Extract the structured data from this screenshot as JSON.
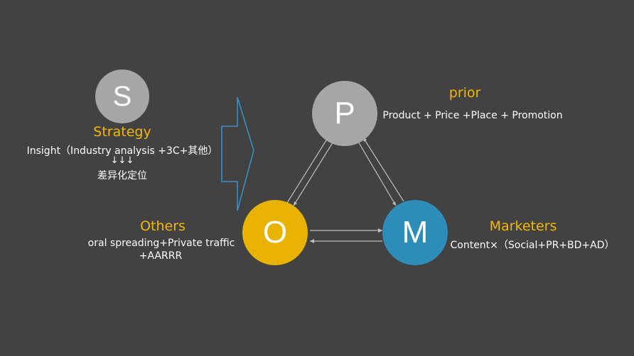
{
  "colors": {
    "background": "#424242",
    "accent_text": "#f5b800",
    "body_text": "#ffffff",
    "gray_circle": "#a6a6a6",
    "gold_circle": "#e8b200",
    "blue_circle": "#2e8cb8",
    "arrow_outline": "#3a8fc4",
    "connector": "#bfbfbf"
  },
  "nodes": {
    "s": {
      "letter": "S",
      "title": "Strategy",
      "lines": [
        "Insight（Industry analysis +3C+其他）",
        "↓↓↓",
        "差异化定位"
      ]
    },
    "p": {
      "letter": "P",
      "title": "prior",
      "lines": [
        "Product + Price +Place + Promotion"
      ]
    },
    "o": {
      "letter": "O",
      "title": "Others",
      "lines": [
        "oral spreading+Private traffic",
        "+AARRR"
      ]
    },
    "m": {
      "letter": "M",
      "title": "Marketers",
      "lines": [
        "Content×（Social+PR+BD+AD）"
      ]
    }
  }
}
